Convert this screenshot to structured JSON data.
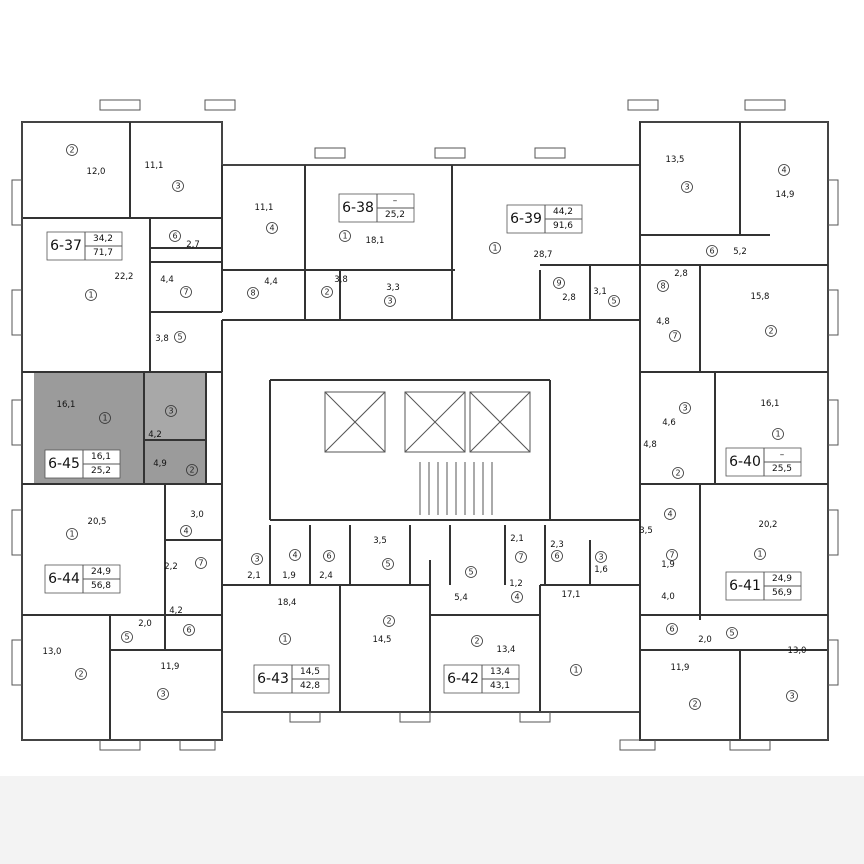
{
  "colors": {
    "selected_apartment_fill": "#9b9b9b",
    "wall": "#333333",
    "background_band": "#f3f3f3"
  },
  "selected_apartment": "6-45",
  "apartments": [
    {
      "id": "6-37",
      "living": "34,2",
      "total": "71,7",
      "rooms": [
        {
          "n": "1",
          "area": "22,2"
        },
        {
          "n": "2",
          "area": "12,0"
        },
        {
          "n": "3",
          "area": "11,1"
        },
        {
          "n": "4",
          "area": "11,1"
        },
        {
          "n": "5",
          "area": "3,8"
        },
        {
          "n": "6",
          "area": "2,7"
        },
        {
          "n": "7",
          "area": "4,4"
        },
        {
          "n": "8",
          "area": "4,4"
        }
      ]
    },
    {
      "id": "6-38",
      "living": "–",
      "total": "25,2",
      "rooms": [
        {
          "n": "1",
          "area": "18,1"
        },
        {
          "n": "2",
          "area": "3,8"
        },
        {
          "n": "3",
          "area": "3,3"
        }
      ]
    },
    {
      "id": "6-39",
      "living": "44,2",
      "total": "91,6",
      "rooms": [
        {
          "n": "1",
          "area": "28,7"
        },
        {
          "n": "2",
          "area": "15,8"
        },
        {
          "n": "3",
          "area": "13,5"
        },
        {
          "n": "4",
          "area": "14,9"
        },
        {
          "n": "5",
          "area": "3,1"
        },
        {
          "n": "6",
          "area": "5,2"
        },
        {
          "n": "7",
          "area": "4,8"
        },
        {
          "n": "8",
          "area": "2,8"
        },
        {
          "n": "9",
          "area": "2,8"
        }
      ]
    },
    {
      "id": "6-40",
      "living": "–",
      "total": "25,5",
      "rooms": [
        {
          "n": "1",
          "area": "16,1"
        },
        {
          "n": "2",
          "area": "4,8"
        },
        {
          "n": "3",
          "area": "4,6"
        }
      ]
    },
    {
      "id": "6-41",
      "living": "24,9",
      "total": "56,9",
      "rooms": [
        {
          "n": "1",
          "area": "20,2"
        },
        {
          "n": "2",
          "area": "11,9"
        },
        {
          "n": "3",
          "area": "13,0"
        },
        {
          "n": "3",
          "area": "1,6"
        },
        {
          "n": "4",
          "area": "3,5"
        },
        {
          "n": "5",
          "area": "2,0"
        },
        {
          "n": "6",
          "area": "4,0"
        },
        {
          "n": "7",
          "area": "1,9"
        }
      ]
    },
    {
      "id": "6-42",
      "living": "13,4",
      "total": "43,1",
      "rooms": [
        {
          "n": "1",
          "area": "17,1"
        },
        {
          "n": "2",
          "area": "13,4"
        },
        {
          "n": "4",
          "area": "1,2"
        },
        {
          "n": "5",
          "area": "5,4"
        },
        {
          "n": "6",
          "area": "2,3"
        },
        {
          "n": "7",
          "area": "2,1"
        }
      ]
    },
    {
      "id": "6-43",
      "living": "14,5",
      "total": "42,8",
      "rooms": [
        {
          "n": "1",
          "area": "18,4"
        },
        {
          "n": "2",
          "area": "14,5"
        },
        {
          "n": "3",
          "area": "2,1"
        },
        {
          "n": "4",
          "area": "1,9"
        },
        {
          "n": "5",
          "area": "3,5"
        },
        {
          "n": "6",
          "area": "2,4"
        }
      ]
    },
    {
      "id": "6-44",
      "living": "24,9",
      "total": "56,8",
      "rooms": [
        {
          "n": "1",
          "area": "20,5"
        },
        {
          "n": "2",
          "area": "13,0"
        },
        {
          "n": "3",
          "area": "11,9"
        },
        {
          "n": "4",
          "area": "3,0"
        },
        {
          "n": "5",
          "area": "2,0"
        },
        {
          "n": "6",
          "area": "4,2"
        },
        {
          "n": "7",
          "area": "2,2"
        }
      ]
    },
    {
      "id": "6-45",
      "living": "16,1",
      "total": "25,2",
      "rooms": [
        {
          "n": "1",
          "area": "16,1"
        },
        {
          "n": "2",
          "area": "4,9"
        },
        {
          "n": "3",
          "area": "4,2"
        }
      ]
    }
  ]
}
